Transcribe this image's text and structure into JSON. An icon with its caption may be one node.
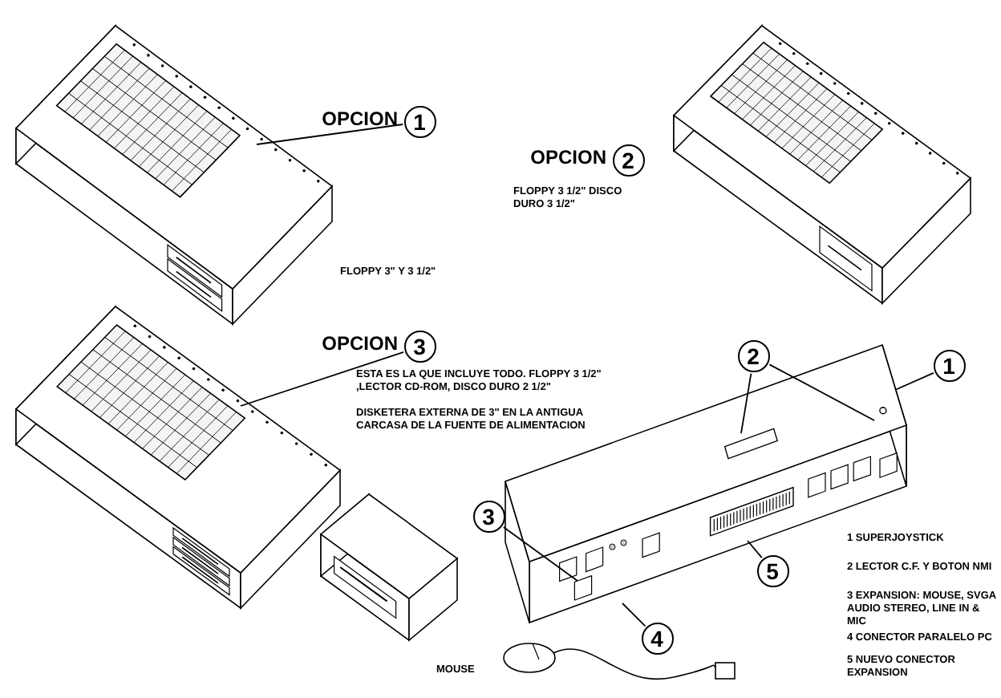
{
  "diagram": {
    "nodes": [
      {
        "text": [],
        "shape": "picture",
        "beside": [
          "FLOPPY 3\" Y 3 1/2\""
        ]
      },
      {
        "text": [
          "1"
        ],
        "beside": [
          "OPCION"
        ]
      },
      {
        "text": [],
        "shape": "picture"
      },
      {
        "text": [
          "2"
        ],
        "beside": [
          "OPCION"
        ]
      },
      {
        "text": [],
        "shape": "picture"
      },
      {
        "text": [
          "3"
        ],
        "beside": [
          "OPCION"
        ]
      },
      {
        "text": [],
        "shape": "picture"
      },
      {
        "text": [],
        "shape": "picture"
      },
      {
        "text": [
          "1"
        ]
      },
      {
        "text": [
          "2"
        ]
      },
      {
        "text": [
          "3"
        ]
      },
      {
        "text": [
          "4"
        ]
      },
      {
        "text": [
          "5"
        ]
      },
      {
        "text": [],
        "shape": "picture",
        "beside": [
          "MOUSE"
        ]
      }
    ],
    "edges": [
      {
        "from": 1,
        "to": 0,
        "arrow": "none"
      },
      {
        "from": 5,
        "to": 4,
        "arrow": "none"
      },
      {
        "from": 8,
        "to": 7,
        "arrow": "none"
      },
      {
        "from": 9,
        "to": 7,
        "arrow": "none"
      },
      {
        "from": 9,
        "to": 7,
        "arrow": "none"
      },
      {
        "from": 10,
        "to": 7,
        "arrow": "none"
      },
      {
        "from": 11,
        "to": 7,
        "arrow": "none"
      },
      {
        "from": 12,
        "to": 7,
        "arrow": "none"
      }
    ],
    "labels": [
      "FLOPPY 3 1/2\" DISCO DURO 3 1/2\"",
      "ESTA ES LA QUE INCLUYE TODO. FLOPPY 3 1/2\" ,LECTOR CD-ROM, DISCO DURO 2 1/2\"",
      "DISKETERA EXTERNA DE 3\" EN LA ANTIGUA CARCASA DE LA FUENTE DE ALIMENTACION",
      "1 SUPERJOYSTICK",
      "2 LECTOR C.F. Y BOTON NMI",
      "3 EXPANSION: MOUSE, SVGA AUDIO STEREO, LINE IN & MIC",
      "4 CONECTOR PARALELO PC",
      "5 NUEVO CONECTOR EXPANSION"
    ]
  }
}
